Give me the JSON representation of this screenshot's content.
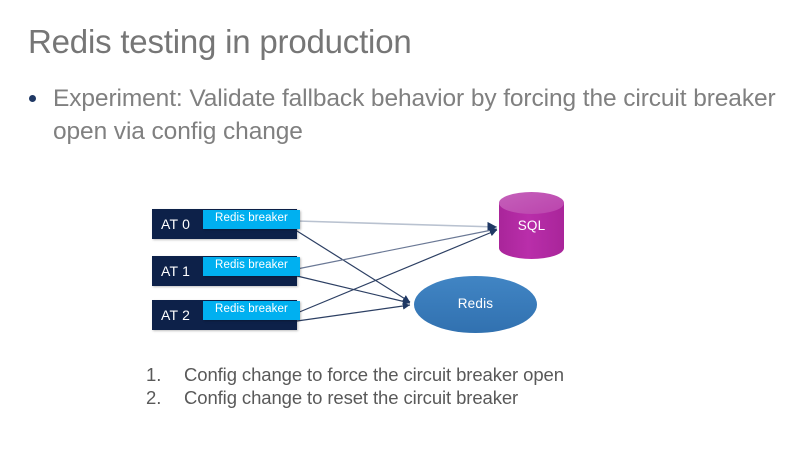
{
  "slide": {
    "title": "Redis testing in production",
    "bullets": [
      "Experiment: Validate fallback behavior by forcing the circuit breaker open via config change"
    ],
    "numbered_steps": [
      {
        "marker": "1.",
        "text": "Config change to force the circuit breaker open"
      },
      {
        "marker": "2.",
        "text": "Config change to reset the circuit breaker"
      }
    ]
  },
  "diagram": {
    "at_nodes": [
      {
        "label": "AT 0",
        "breaker_label": "Redis breaker"
      },
      {
        "label": "AT 1",
        "breaker_label": "Redis breaker"
      },
      {
        "label": "AT 2",
        "breaker_label": "Redis breaker"
      }
    ],
    "sql_node": {
      "label": "SQL"
    },
    "redis_node": {
      "label": "Redis"
    }
  },
  "colors": {
    "title_grey": "#767676",
    "body_grey": "#808080",
    "list_grey": "#595959",
    "bullet_navy": "#1f3864",
    "at_box_navy": "#0d2149",
    "breaker_cyan": "#00b0f0",
    "sql_magenta": "#b32ba0",
    "sql_magenta_top": "#c44fb4",
    "redis_blue": "#3a7bc0",
    "connector_navy": "#1f3864"
  }
}
